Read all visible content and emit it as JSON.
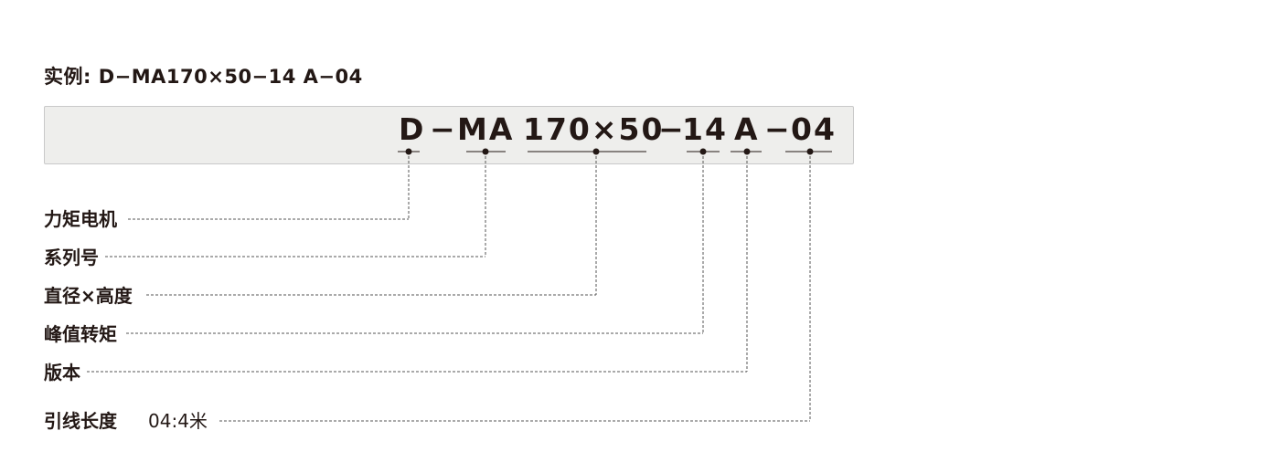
{
  "example": {
    "prefix": "实例:",
    "code": "D−MA170×50−14 A−04"
  },
  "code_segments": {
    "d": "D",
    "dash1": "−",
    "ma": "MA",
    "size": "170×50",
    "dash2": "−",
    "torque": "14",
    "version": "A",
    "dash3": "−",
    "lead": "04"
  },
  "legend": {
    "torque_motor": "力矩电机",
    "series": "系列号",
    "diameter_height": "直径×高度",
    "peak_torque": "峰值转矩",
    "version": "版本",
    "lead_length": "引线长度",
    "lead_length_value": "04:4米"
  }
}
